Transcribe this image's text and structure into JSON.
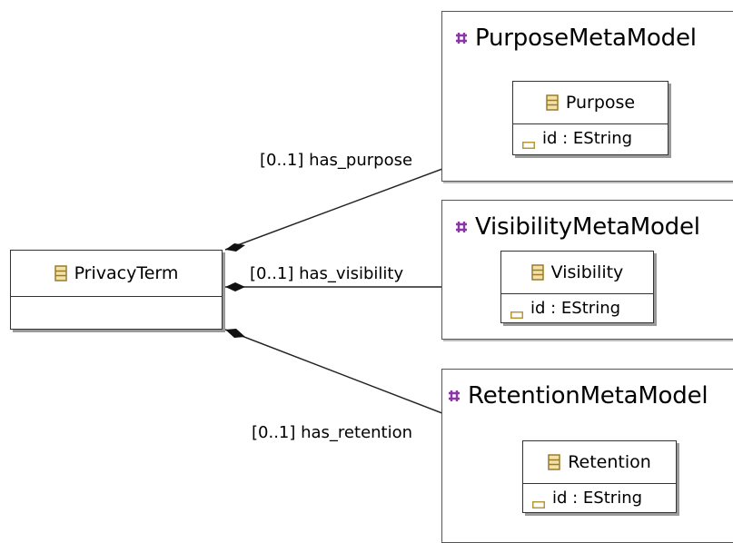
{
  "colors": {
    "package_icon": "#8b35a8",
    "class_icon_fill": "#f2e2a6",
    "class_icon_stroke": "#9b7a2e",
    "attribute_icon": "#b89738"
  },
  "packages": {
    "purpose": {
      "name": "PurposeMetaModel"
    },
    "visibility": {
      "name": "VisibilityMetaModel"
    },
    "retention": {
      "name": "RetentionMetaModel"
    }
  },
  "classes": {
    "privacy_term": {
      "name": "PrivacyTerm"
    },
    "purpose": {
      "name": "Purpose",
      "attribute": "id : EString"
    },
    "visibility": {
      "name": "Visibility",
      "attribute": "id : EString"
    },
    "retention": {
      "name": "Retention",
      "attribute": "id : EString"
    }
  },
  "references": {
    "has_purpose": "[0..1] has_purpose",
    "has_visibility": "[0..1] has_visibility",
    "has_retention": "[0..1] has_retention"
  }
}
